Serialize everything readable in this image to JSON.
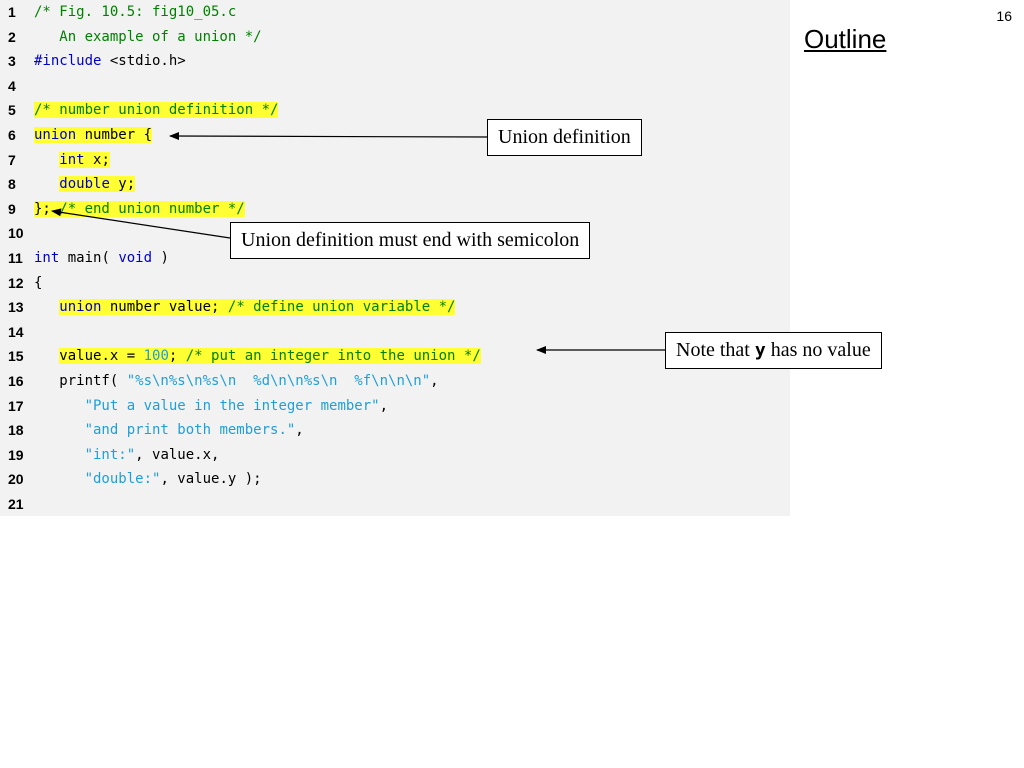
{
  "slide": {
    "page_number": "16",
    "outline_title": "Outline"
  },
  "code": [
    {
      "num": "1",
      "tokens": [
        {
          "t": "/* Fig. 10.5: fig10_05.c",
          "c": "c-comment"
        }
      ]
    },
    {
      "num": "2",
      "tokens": [
        {
          "t": "   An example of a union */",
          "c": "c-comment"
        }
      ]
    },
    {
      "num": "3",
      "tokens": [
        {
          "t": "#include ",
          "c": "c-kw"
        },
        {
          "t": "<stdio.h>",
          "c": "c-plain"
        }
      ]
    },
    {
      "num": "4",
      "tokens": []
    },
    {
      "num": "5",
      "tokens": [
        {
          "t": "/* number union definition */",
          "c": "c-comment",
          "h": true
        }
      ]
    },
    {
      "num": "6",
      "tokens": [
        {
          "t": "union",
          "c": "c-kw",
          "h": true
        },
        {
          "t": " number {",
          "c": "c-plain",
          "h": true
        }
      ]
    },
    {
      "num": "7",
      "tokens": [
        {
          "t": "   ",
          "c": "c-plain"
        },
        {
          "t": "int",
          "c": "c-kw",
          "h": true
        },
        {
          "t": " x;",
          "c": "c-plain",
          "h": true
        }
      ]
    },
    {
      "num": "8",
      "tokens": [
        {
          "t": "   ",
          "c": "c-plain"
        },
        {
          "t": "double",
          "c": "c-kw",
          "h": true
        },
        {
          "t": " y;",
          "c": "c-plain",
          "h": true
        }
      ]
    },
    {
      "num": "9",
      "tokens": [
        {
          "t": "};",
          "c": "c-plain",
          "h": true
        },
        {
          "t": " /* end union number */",
          "c": "c-comment",
          "h": true
        }
      ]
    },
    {
      "num": "10",
      "tokens": []
    },
    {
      "num": "11",
      "tokens": [
        {
          "t": "int",
          "c": "c-kw"
        },
        {
          "t": " main( ",
          "c": "c-plain"
        },
        {
          "t": "void",
          "c": "c-kw"
        },
        {
          "t": " )",
          "c": "c-plain"
        }
      ]
    },
    {
      "num": "12",
      "tokens": [
        {
          "t": "{",
          "c": "c-plain"
        }
      ]
    },
    {
      "num": "13",
      "tokens": [
        {
          "t": "   ",
          "c": "c-plain"
        },
        {
          "t": "union",
          "c": "c-kw",
          "h": true
        },
        {
          "t": " number value; ",
          "c": "c-plain",
          "h": true
        },
        {
          "t": "/* define union variable */",
          "c": "c-comment",
          "h": true
        }
      ]
    },
    {
      "num": "14",
      "tokens": []
    },
    {
      "num": "15",
      "tokens": [
        {
          "t": "   ",
          "c": "c-plain"
        },
        {
          "t": "value.x = ",
          "c": "c-plain",
          "h": true
        },
        {
          "t": "100",
          "c": "c-num",
          "h": true
        },
        {
          "t": "; ",
          "c": "c-plain",
          "h": true
        },
        {
          "t": "/* put an integer into the union */",
          "c": "c-comment",
          "h": true
        }
      ]
    },
    {
      "num": "16",
      "tokens": [
        {
          "t": "   printf( ",
          "c": "c-plain"
        },
        {
          "t": "\"%s\\n%s\\n%s\\n  %d\\n\\n%s\\n  %f\\n\\n\\n\"",
          "c": "c-str"
        },
        {
          "t": ",",
          "c": "c-plain"
        }
      ]
    },
    {
      "num": "17",
      "tokens": [
        {
          "t": "      ",
          "c": "c-plain"
        },
        {
          "t": "\"Put a value in the integer member\"",
          "c": "c-str"
        },
        {
          "t": ",",
          "c": "c-plain"
        }
      ]
    },
    {
      "num": "18",
      "tokens": [
        {
          "t": "      ",
          "c": "c-plain"
        },
        {
          "t": "\"and print both members.\"",
          "c": "c-str"
        },
        {
          "t": ",",
          "c": "c-plain"
        }
      ]
    },
    {
      "num": "19",
      "tokens": [
        {
          "t": "      ",
          "c": "c-plain"
        },
        {
          "t": "\"int:\"",
          "c": "c-str"
        },
        {
          "t": ", value.x,",
          "c": "c-plain"
        }
      ]
    },
    {
      "num": "20",
      "tokens": [
        {
          "t": "      ",
          "c": "c-plain"
        },
        {
          "t": "\"double:\"",
          "c": "c-str"
        },
        {
          "t": ", value.y );",
          "c": "c-plain"
        }
      ]
    },
    {
      "num": "21",
      "tokens": []
    }
  ],
  "callouts": {
    "union_definition": "Union definition",
    "semicolon": "Union definition must end with semicolon",
    "note_prefix": "Note that ",
    "note_code": "y",
    "note_suffix": " has no value"
  }
}
